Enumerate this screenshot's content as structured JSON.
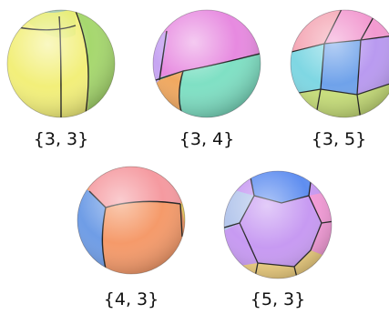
{
  "tilings": [
    {
      "id": "3-3",
      "label": "{3, 3}",
      "colors": [
        "#d8e86a",
        "#f2ef7a",
        "#a6d86e",
        "#6fa6e6"
      ]
    },
    {
      "id": "3-4",
      "label": "{3, 4}",
      "colors": [
        "#e78ae0",
        "#7fe0c4",
        "#c7a5f2",
        "#f0a860"
      ]
    },
    {
      "id": "3-5",
      "label": "{3, 5}",
      "colors": [
        "#f29ad0",
        "#e7a0f2",
        "#7fd7e3",
        "#f4a6b4",
        "#6fa2ea",
        "#c9e07a",
        "#b99af0"
      ]
    },
    {
      "id": "4-3",
      "label": "{4, 3}",
      "colors": [
        "#f59a6a",
        "#f59aa0",
        "#6f9de6",
        "#f0d260"
      ]
    },
    {
      "id": "5-3",
      "label": "{5, 3}",
      "colors": [
        "#c79af2",
        "#f29ad6",
        "#5f8ef0",
        "#f0d080",
        "#b5c7ec"
      ]
    }
  ]
}
